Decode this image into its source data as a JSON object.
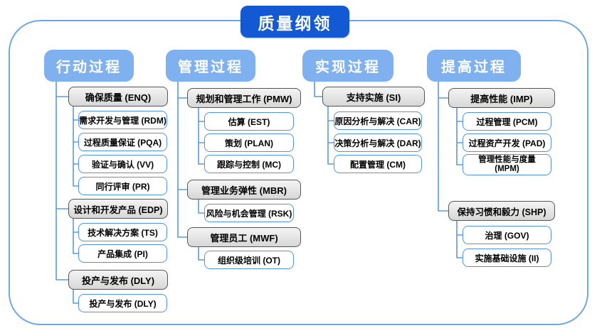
{
  "title": "质量纲领",
  "colors": {
    "title_bg": "#1259D3",
    "header_bg": "#7FB0EF",
    "connector": "#5B9BD5",
    "container_border": "#6FA8E8",
    "gray_box_border": "#555555",
    "white_box_border": "#4E94E0"
  },
  "columns": [
    {
      "id": "action",
      "header": "行动过程",
      "groups": [
        {
          "label": "确保质量 (ENQ)",
          "children": [
            "需求开发与管理 (RDM)",
            "过程质量保证 (PQA)",
            "验证与确认 (VV)",
            "同行评审 (PR)"
          ]
        },
        {
          "label": "设计和开发产品 (EDP)",
          "children": [
            "技术解决方案 (TS)",
            "产品集成 (PI)"
          ]
        },
        {
          "label": "投产与发布 (DLY)",
          "children": [
            "投产与发布 (DLY)"
          ]
        }
      ]
    },
    {
      "id": "management",
      "header": "管理过程",
      "groups": [
        {
          "label": "规划和管理工作 (PMW)",
          "children": [
            "估算 (EST)",
            "策划 (PLAN)",
            "跟踪与控制 (MC)"
          ]
        },
        {
          "label": "管理业务弹性 (MBR)",
          "children": [
            "风险与机会管理 (RSK)"
          ]
        },
        {
          "label": "管理员工 (MWF)",
          "children": [
            "组织级培训 (OT)"
          ]
        }
      ]
    },
    {
      "id": "realization",
      "header": "实现过程",
      "groups": [
        {
          "label": "支持实施 (SI)",
          "children": [
            "原因分析与解决 (CAR)",
            "决策分析与解决 (DAR)",
            "配置管理 (CM)"
          ]
        }
      ]
    },
    {
      "id": "improvement",
      "header": "提高过程",
      "groups": [
        {
          "label": "提高性能 (IMP)",
          "children": [
            "过程管理 (PCM)",
            "过程资产开发 (PAD)",
            "管理性能与度量 (MPM)"
          ]
        },
        {
          "label": "保持习惯和毅力 (SHP)",
          "children": [
            "治理 (GOV)",
            "实施基础设施 (II)"
          ]
        }
      ]
    }
  ]
}
